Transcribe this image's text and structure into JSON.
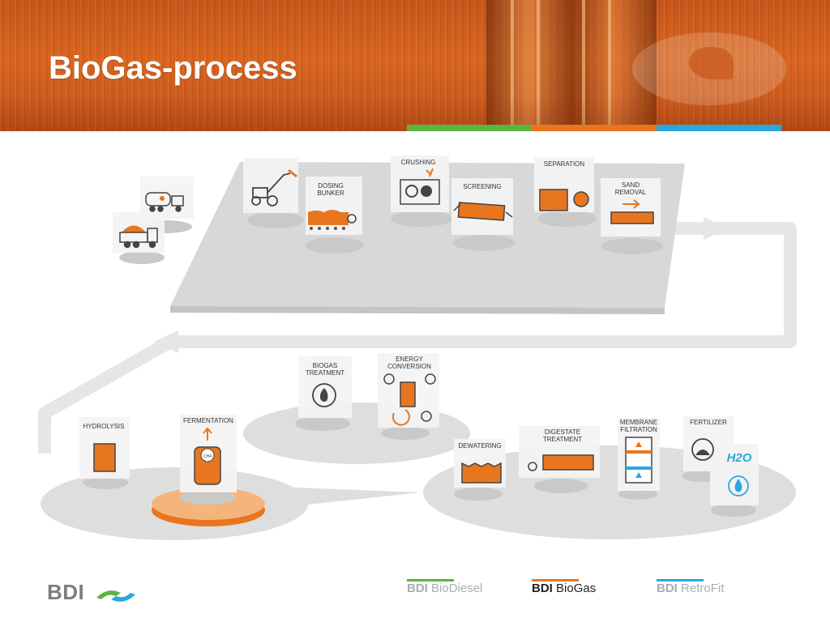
{
  "header": {
    "title": "BioGas-process"
  },
  "colors": {
    "orange": "#e8761f",
    "light_orange": "#f5b57a",
    "platform": "#d6d6d6",
    "blue": "#29a8dc",
    "green": "#5ab545"
  },
  "steps": {
    "dosing_bunker": "DOSING\nBUNKER",
    "crushing": "CRUSHING",
    "screening": "SCREENING",
    "separation": "SEPARATION",
    "sand_removal": "SAND\nREMOVAL",
    "biogas_treatment": "BIOGAS\nTREATMENT",
    "energy_conversion": "ENERGY\nCONVERSION",
    "hydrolysis": "HYDROLYSIS",
    "fermentation": "FERMENTATION",
    "dewatering": "DEWATERING",
    "digestate_treatment": "DIGESTATE\nTREATMENT",
    "membrane_filtration": "MEMBRANE\nFILTRATION",
    "fertilizer": "FERTILIZER"
  },
  "symbols": {
    "ch4": "CH4",
    "water": "H2O"
  },
  "footer": {
    "logo_text": "BDI",
    "brands": [
      {
        "prefix": "BDI",
        "name": "BioDiesel",
        "active": false
      },
      {
        "prefix": "BDI",
        "name": "BioGas",
        "active": true
      },
      {
        "prefix": "BDI",
        "name": "RetroFit",
        "active": false
      }
    ]
  }
}
